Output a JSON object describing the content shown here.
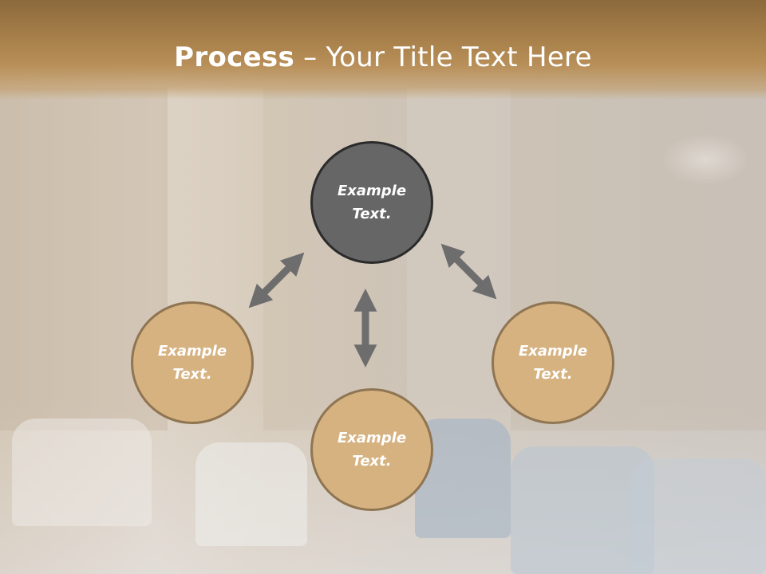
{
  "slide": {
    "title_strong": "Process",
    "title_rest": " – Your Title Text Here"
  },
  "nodes": [
    {
      "line1": "Example",
      "line2": "Text.",
      "style": "dark"
    },
    {
      "line1": "Example",
      "line2": "Text.",
      "style": "tan"
    },
    {
      "line1": "Example",
      "line2": "Text.",
      "style": "tan"
    },
    {
      "line1": "Example",
      "line2": "Text.",
      "style": "tan"
    }
  ],
  "colors": {
    "header": "#a57d48",
    "dark_node": "#666666",
    "tan_node": "#d6b281",
    "arrow": "#6d6d6d"
  }
}
